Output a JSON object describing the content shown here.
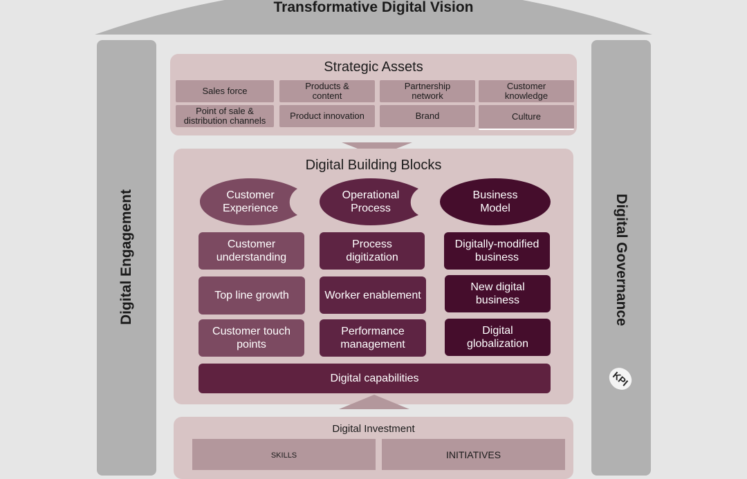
{
  "vision": {
    "title": "Transformative Digital Vision"
  },
  "pillars": {
    "left": "Digital Engagement",
    "right": "Digital Governance",
    "kpi": "KPI"
  },
  "strategic_assets": {
    "title": "Strategic Assets",
    "row1": [
      "Sales force",
      "Products &\ncontent",
      "Partnership\nnetwork",
      "Customer\nknowledge"
    ],
    "row2": [
      "Point of sale &\ndistribution channels",
      "Product innovation",
      "Brand",
      "Culture"
    ]
  },
  "building_blocks": {
    "title": "Digital Building Blocks",
    "headers": [
      "Customer\nExperience",
      "Operational\nProcess",
      "Business\nModel"
    ],
    "customer_experience": [
      "Customer\nunderstanding",
      "Top line growth",
      "Customer touch\npoints"
    ],
    "operational_process": [
      "Process\ndigitization",
      "Worker enablement",
      "Performance\nmanagement"
    ],
    "business_model": [
      "Digitally-modified\nbusiness",
      "New digital\nbusiness",
      "Digital\nglobalization"
    ],
    "capabilities": "Digital capabilities"
  },
  "investment": {
    "title": "Digital Investment",
    "items": [
      "SKILLS",
      "INITIATIVES"
    ]
  },
  "colors": {
    "background": "#e6e6e6",
    "pillar": "#b1b1b1",
    "panel": "#d8c4c5",
    "asset_cell": "#b3979c",
    "customer_experience": "#7c4a61",
    "operational_process": "#5e2443",
    "business_model": "#450d2c"
  }
}
